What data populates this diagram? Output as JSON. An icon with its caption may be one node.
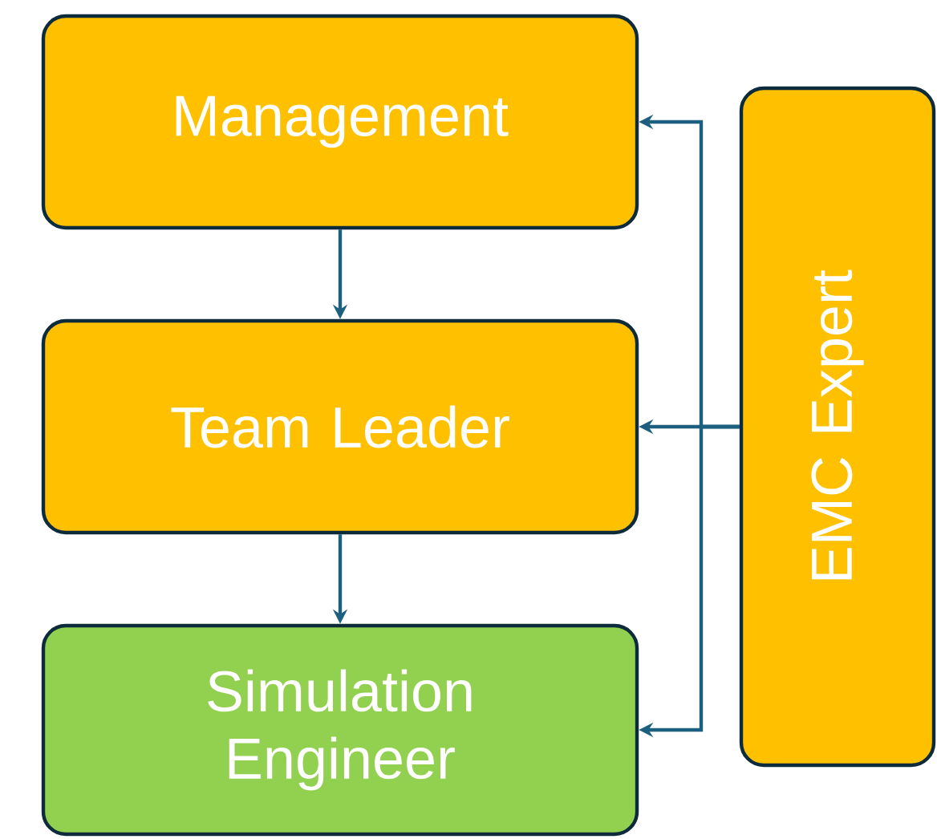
{
  "diagram": {
    "nodes": [
      {
        "text": [
          "Management"
        ]
      },
      {
        "text": [
          "Team Leader"
        ]
      },
      {
        "text": [
          "Simulation Engineer"
        ]
      },
      {
        "text": [
          "EMC Expert"
        ]
      }
    ],
    "edges": [
      {
        "from": 0,
        "to": 1,
        "arrow": "to"
      },
      {
        "from": 1,
        "to": 2,
        "arrow": "to"
      },
      {
        "from": 3,
        "to": 0,
        "arrow": "to"
      },
      {
        "from": 3,
        "to": 1,
        "arrow": "to"
      },
      {
        "from": 3,
        "to": 2,
        "arrow": "to"
      }
    ]
  }
}
